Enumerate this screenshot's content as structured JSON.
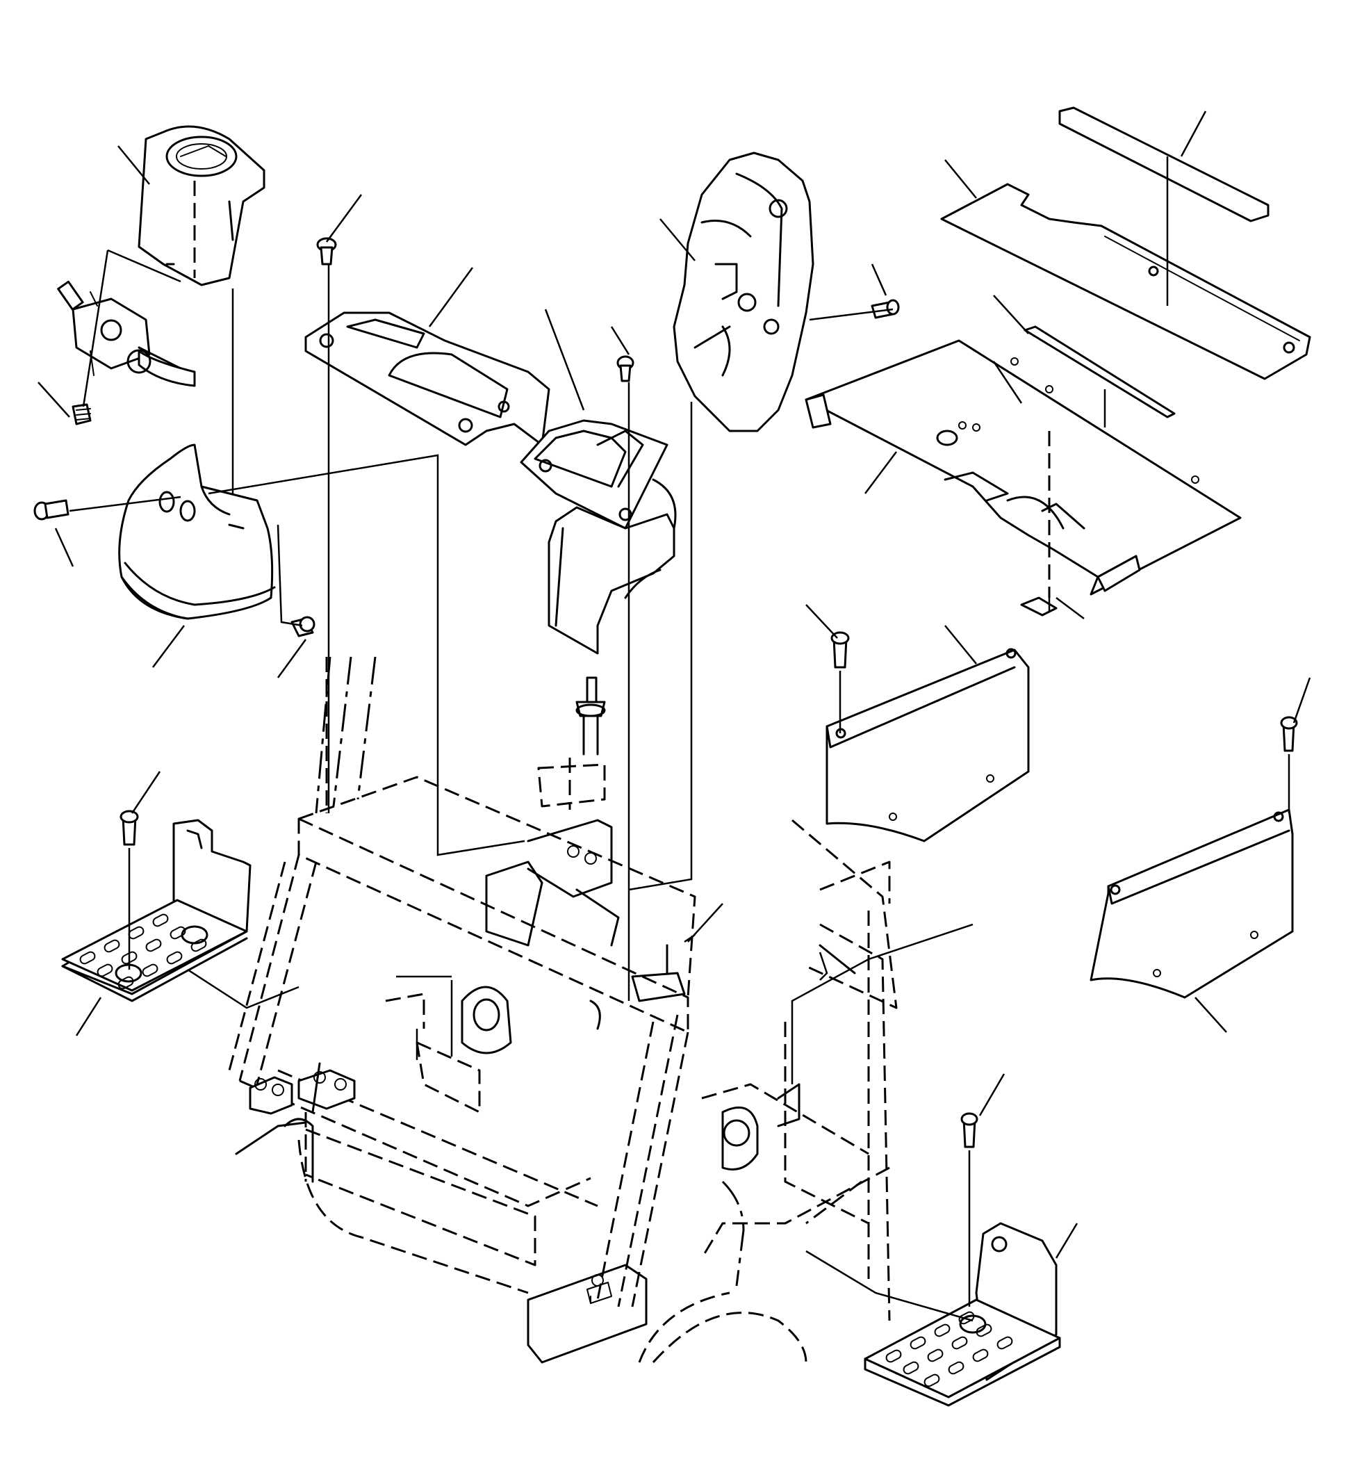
{
  "figure": {
    "type": "exploded parts diagram",
    "line_color": "#000000",
    "background": "#ffffff",
    "text_labels": []
  },
  "parts": [
    {
      "id": "steering-column-cover-upper",
      "icon": "column-cover"
    },
    {
      "id": "steering-switch-assembly",
      "icon": "switch"
    },
    {
      "id": "steering-column-cover-lower",
      "icon": "cowl"
    },
    {
      "id": "dash-panel-left",
      "icon": "panel"
    },
    {
      "id": "dash-panel-center",
      "icon": "panel"
    },
    {
      "id": "side-cover-right",
      "icon": "cover"
    },
    {
      "id": "floor-mat",
      "icon": "mat"
    },
    {
      "id": "floor-plate",
      "icon": "plate"
    },
    {
      "id": "seal-strip",
      "icon": "strip"
    },
    {
      "id": "side-plate-right-upper",
      "icon": "plate"
    },
    {
      "id": "side-plate-right-lower",
      "icon": "plate"
    },
    {
      "id": "step-left",
      "icon": "step"
    },
    {
      "id": "step-right",
      "icon": "step"
    },
    {
      "id": "steering-shaft",
      "icon": "shaft"
    },
    {
      "id": "frame-assembly",
      "icon": "frame"
    }
  ]
}
